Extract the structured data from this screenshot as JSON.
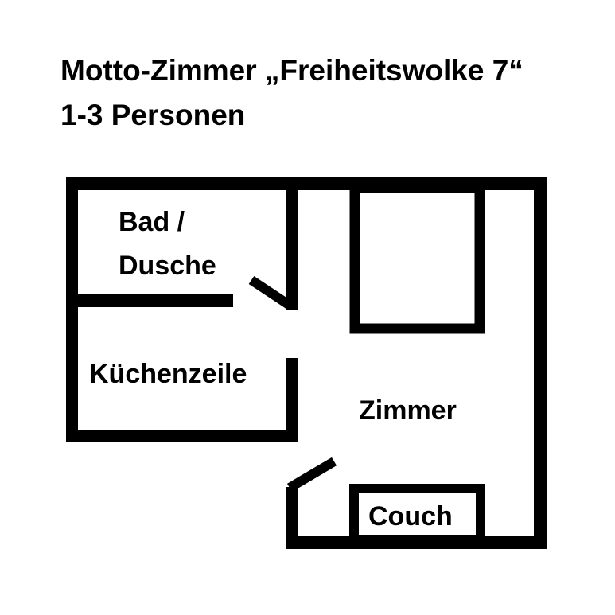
{
  "title": {
    "line1": "Motto-Zimmer „Freiheitswolke 7“",
    "line2": "1-3 Personen"
  },
  "rooms": {
    "bathroom_line1": "Bad /",
    "bathroom_line2": "Dusche",
    "kitchenette": "Küchenzeile",
    "room": "Zimmer",
    "couch": "Couch"
  },
  "colors": {
    "walls": "#000000",
    "background": "#ffffff"
  }
}
